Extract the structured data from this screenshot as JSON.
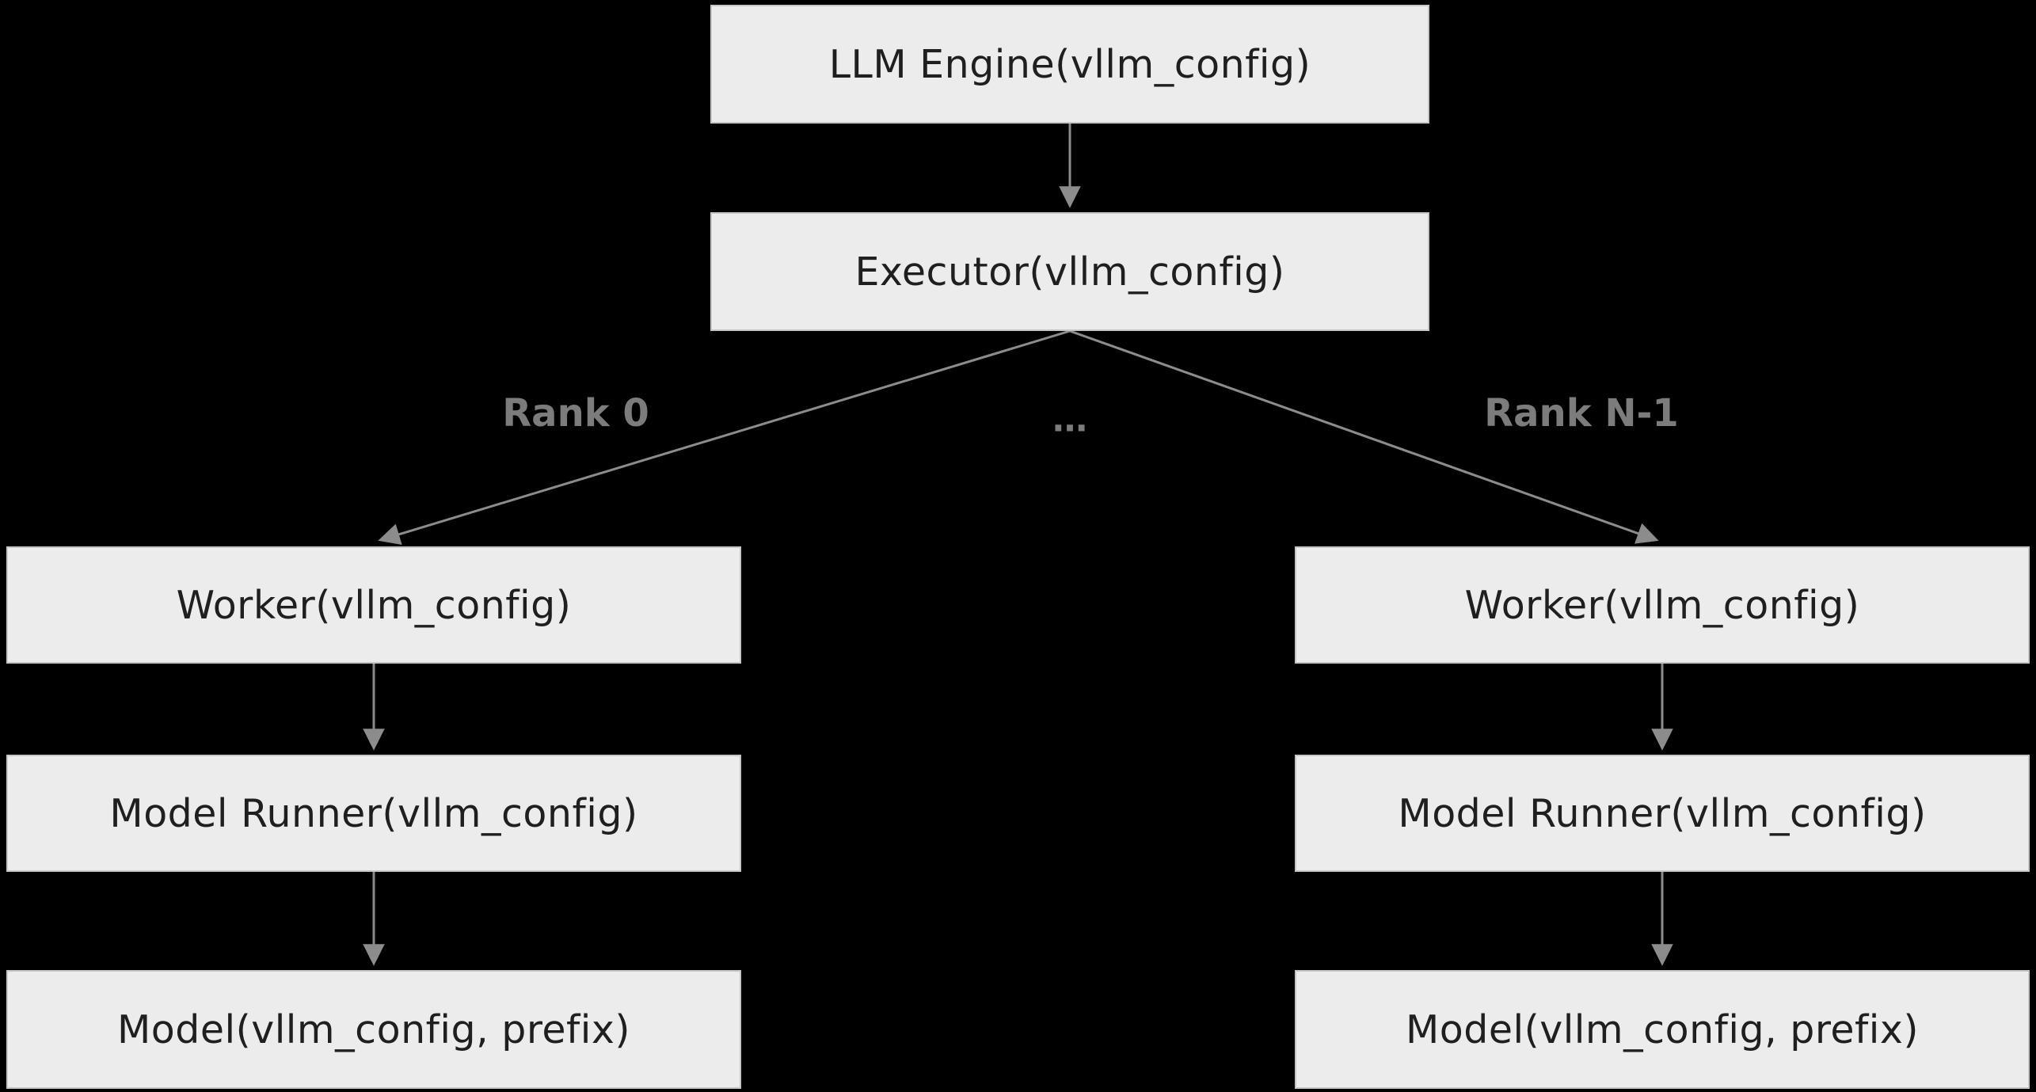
{
  "diagram": {
    "nodes": {
      "llm_engine": {
        "label": "LLM Engine(vllm_config)"
      },
      "executor": {
        "label": "Executor(vllm_config)"
      },
      "worker_left": {
        "label": "Worker(vllm_config)"
      },
      "worker_right": {
        "label": "Worker(vllm_config)"
      },
      "model_runner_left": {
        "label": "Model Runner(vllm_config)"
      },
      "model_runner_right": {
        "label": "Model Runner(vllm_config)"
      },
      "model_left": {
        "label": "Model(vllm_config, prefix)"
      },
      "model_right": {
        "label": "Model(vllm_config, prefix)"
      }
    },
    "edges": [
      {
        "from": "llm_engine",
        "to": "executor",
        "label": ""
      },
      {
        "from": "executor",
        "to": "worker_left",
        "label": "Rank 0"
      },
      {
        "from": "executor",
        "to": "worker_right",
        "label": "Rank N-1"
      },
      {
        "from": "worker_left",
        "to": "model_runner_left",
        "label": ""
      },
      {
        "from": "worker_right",
        "to": "model_runner_right",
        "label": ""
      },
      {
        "from": "model_runner_left",
        "to": "model_left",
        "label": ""
      },
      {
        "from": "model_runner_right",
        "to": "model_right",
        "label": ""
      }
    ],
    "ellipsis_label": "…",
    "colors": {
      "background": "#000000",
      "node_fill": "#ececec",
      "node_border": "#c6c6c6",
      "node_text": "#1f1f1f",
      "edge": "#8c8c8c",
      "edge_label": "#7c7c7c"
    }
  }
}
